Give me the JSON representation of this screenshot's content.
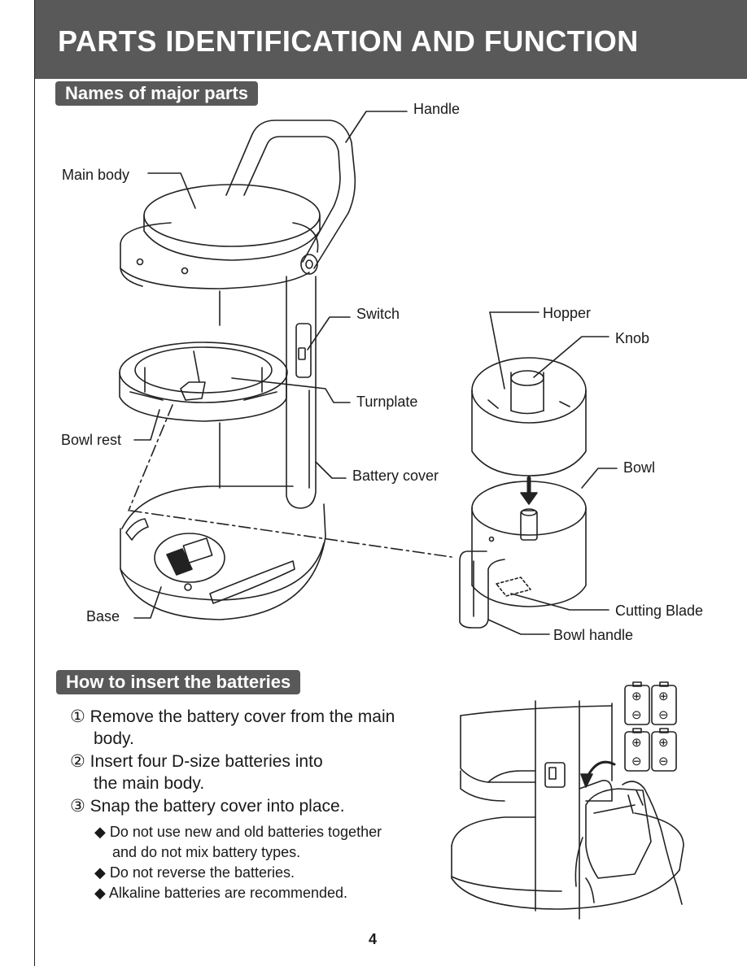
{
  "header": {
    "title": "PARTS IDENTIFICATION AND FUNCTION"
  },
  "sections": {
    "parts": {
      "heading": "Names of major parts"
    },
    "batteries": {
      "heading": "How to insert the batteries"
    }
  },
  "part_labels": {
    "handle": "Handle",
    "main_body": "Main body",
    "switch": "Switch",
    "turnplate": "Turnplate",
    "bowl_rest": "Bowl rest",
    "battery_cover": "Battery cover",
    "base": "Base",
    "hopper": "Hopper",
    "knob": "Knob",
    "bowl": "Bowl",
    "cutting_blade": "Cutting Blade",
    "bowl_handle": "Bowl handle"
  },
  "steps": [
    {
      "marker": "①",
      "line1": "Remove the battery cover from the main",
      "line2": "body."
    },
    {
      "marker": "②",
      "line1": "Insert four D-size batteries into",
      "line2": "the main body."
    },
    {
      "marker": "③",
      "line1": "Snap the battery cover into place.",
      "line2": ""
    }
  ],
  "notes": [
    {
      "bullet": "◆",
      "line1": "Do not use new and old batteries together",
      "line2": "and do not mix battery types."
    },
    {
      "bullet": "◆",
      "line1": "Do not reverse the batteries.",
      "line2": ""
    },
    {
      "bullet": "◆",
      "line1": "Alkaline batteries are recommended.",
      "line2": ""
    }
  ],
  "battery_symbols": {
    "plus": "⊕",
    "minus": "⊖"
  },
  "page_number": "4",
  "colors": {
    "header_bg": "#595959",
    "header_text": "#ffffff",
    "line": "#222222"
  }
}
